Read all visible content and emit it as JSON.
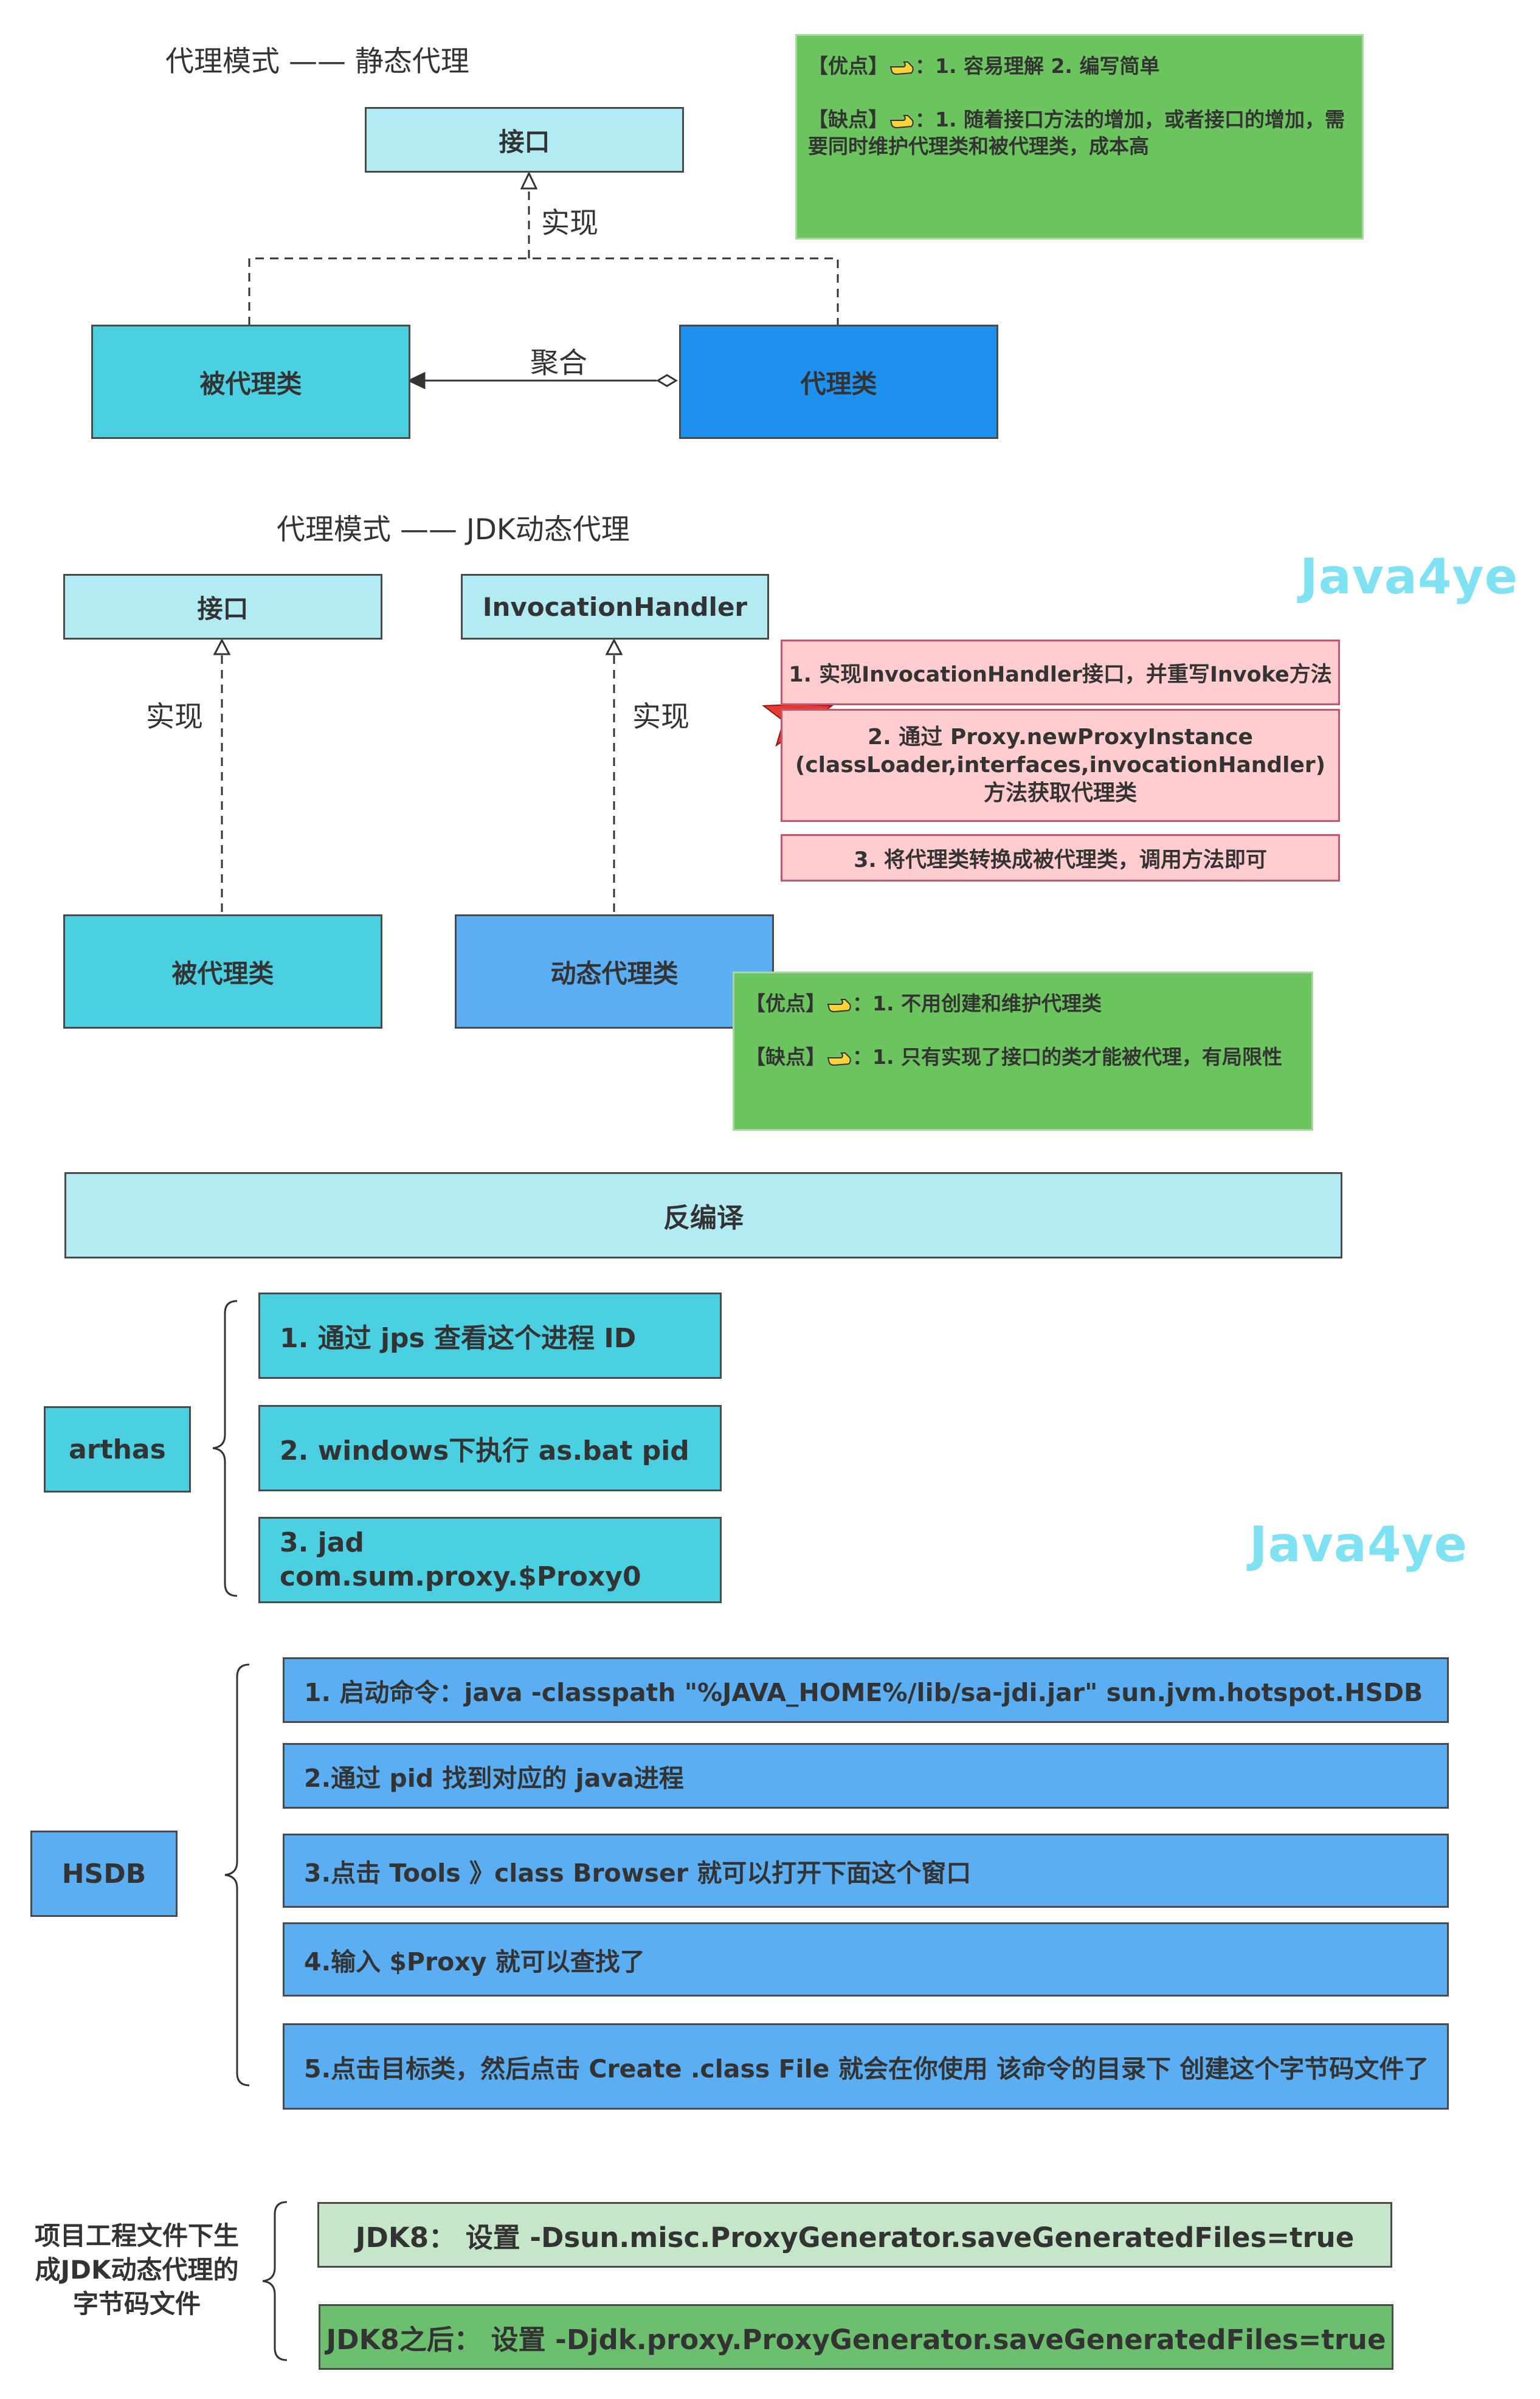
{
  "static": {
    "title": "代理模式 —— 静态代理",
    "interface": "接口",
    "implements": "实现",
    "proxied_class": "被代理类",
    "proxy_class": "代理类",
    "aggregation": "聚合",
    "note_pros": "【优点】",
    "note_pros_text": "：1. 容易理解   2. 编写简单",
    "note_cons": "【缺点】",
    "note_cons_text": "：1. 随着接口方法的增加，或者接口的增加，需要同时维护代理类和被代理类，成本高"
  },
  "jdk": {
    "title": "代理模式 —— JDK动态代理",
    "interface": "接口",
    "handler": "InvocationHandler",
    "implements_left": "实现",
    "implements_right": "实现",
    "proxied_class": "被代理类",
    "dynamic_proxy": "动态代理类",
    "step1": "1. 实现InvocationHandler接口，并重写Invoke方法",
    "step2_line1": "2. 通过 Proxy.newProxyInstance",
    "step2_line2": "(classLoader,interfaces,invocationHandler)",
    "step2_line3": "方法获取代理类",
    "step3": "3. 将代理类转换成被代理类，调用方法即可",
    "note_pros": "【优点】",
    "note_pros_text": "：1. 不用创建和维护代理类",
    "note_cons": "【缺点】",
    "note_cons_text": "：1. 只有实现了接口的类才能被代理，有局限性"
  },
  "watermark_1": "Java4ye",
  "watermark_2": "Java4ye",
  "decompile": {
    "title": "反编译",
    "arthas_label": "arthas",
    "arthas_steps": [
      "1. 通过 jps 查看这个进程 ID",
      "2. windows下执行 as.bat pid",
      "3. jad com.sum.proxy.$Proxy0"
    ],
    "hsdb_label": "HSDB",
    "hsdb_steps": [
      "1. 启动命令：java -classpath \"%JAVA_HOME%/lib/sa-jdi.jar\" sun.jvm.hotspot.HSDB",
      "2.通过 pid 找到对应的 java进程",
      "3.点击 Tools 》class Browser  就可以打开下面这个窗口",
      "4.输入 $Proxy 就可以查找了",
      "5.点击目标类，然后点击 Create .class File  就会在你使用 该命令的目录下 创建这个字节码文件了"
    ]
  },
  "bytecode": {
    "label": "项目工程文件下生成JDK动态代理的字节码文件",
    "jdk8": "JDK8：  设置 -Dsun.misc.ProxyGenerator.saveGeneratedFiles=true",
    "after": "JDK8之后：  设置 -Djdk.proxy.ProxyGenerator.saveGeneratedFiles=true"
  },
  "colors": {
    "light_cyan": "#b3ebf2",
    "cyan": "#4ad0e0",
    "blue": "#1e90ee",
    "sky_blue": "#5caef2",
    "pink": "#ffccd0",
    "green": "#6cc45e",
    "watermark": "#7fe2f2",
    "star": "#e53935"
  }
}
